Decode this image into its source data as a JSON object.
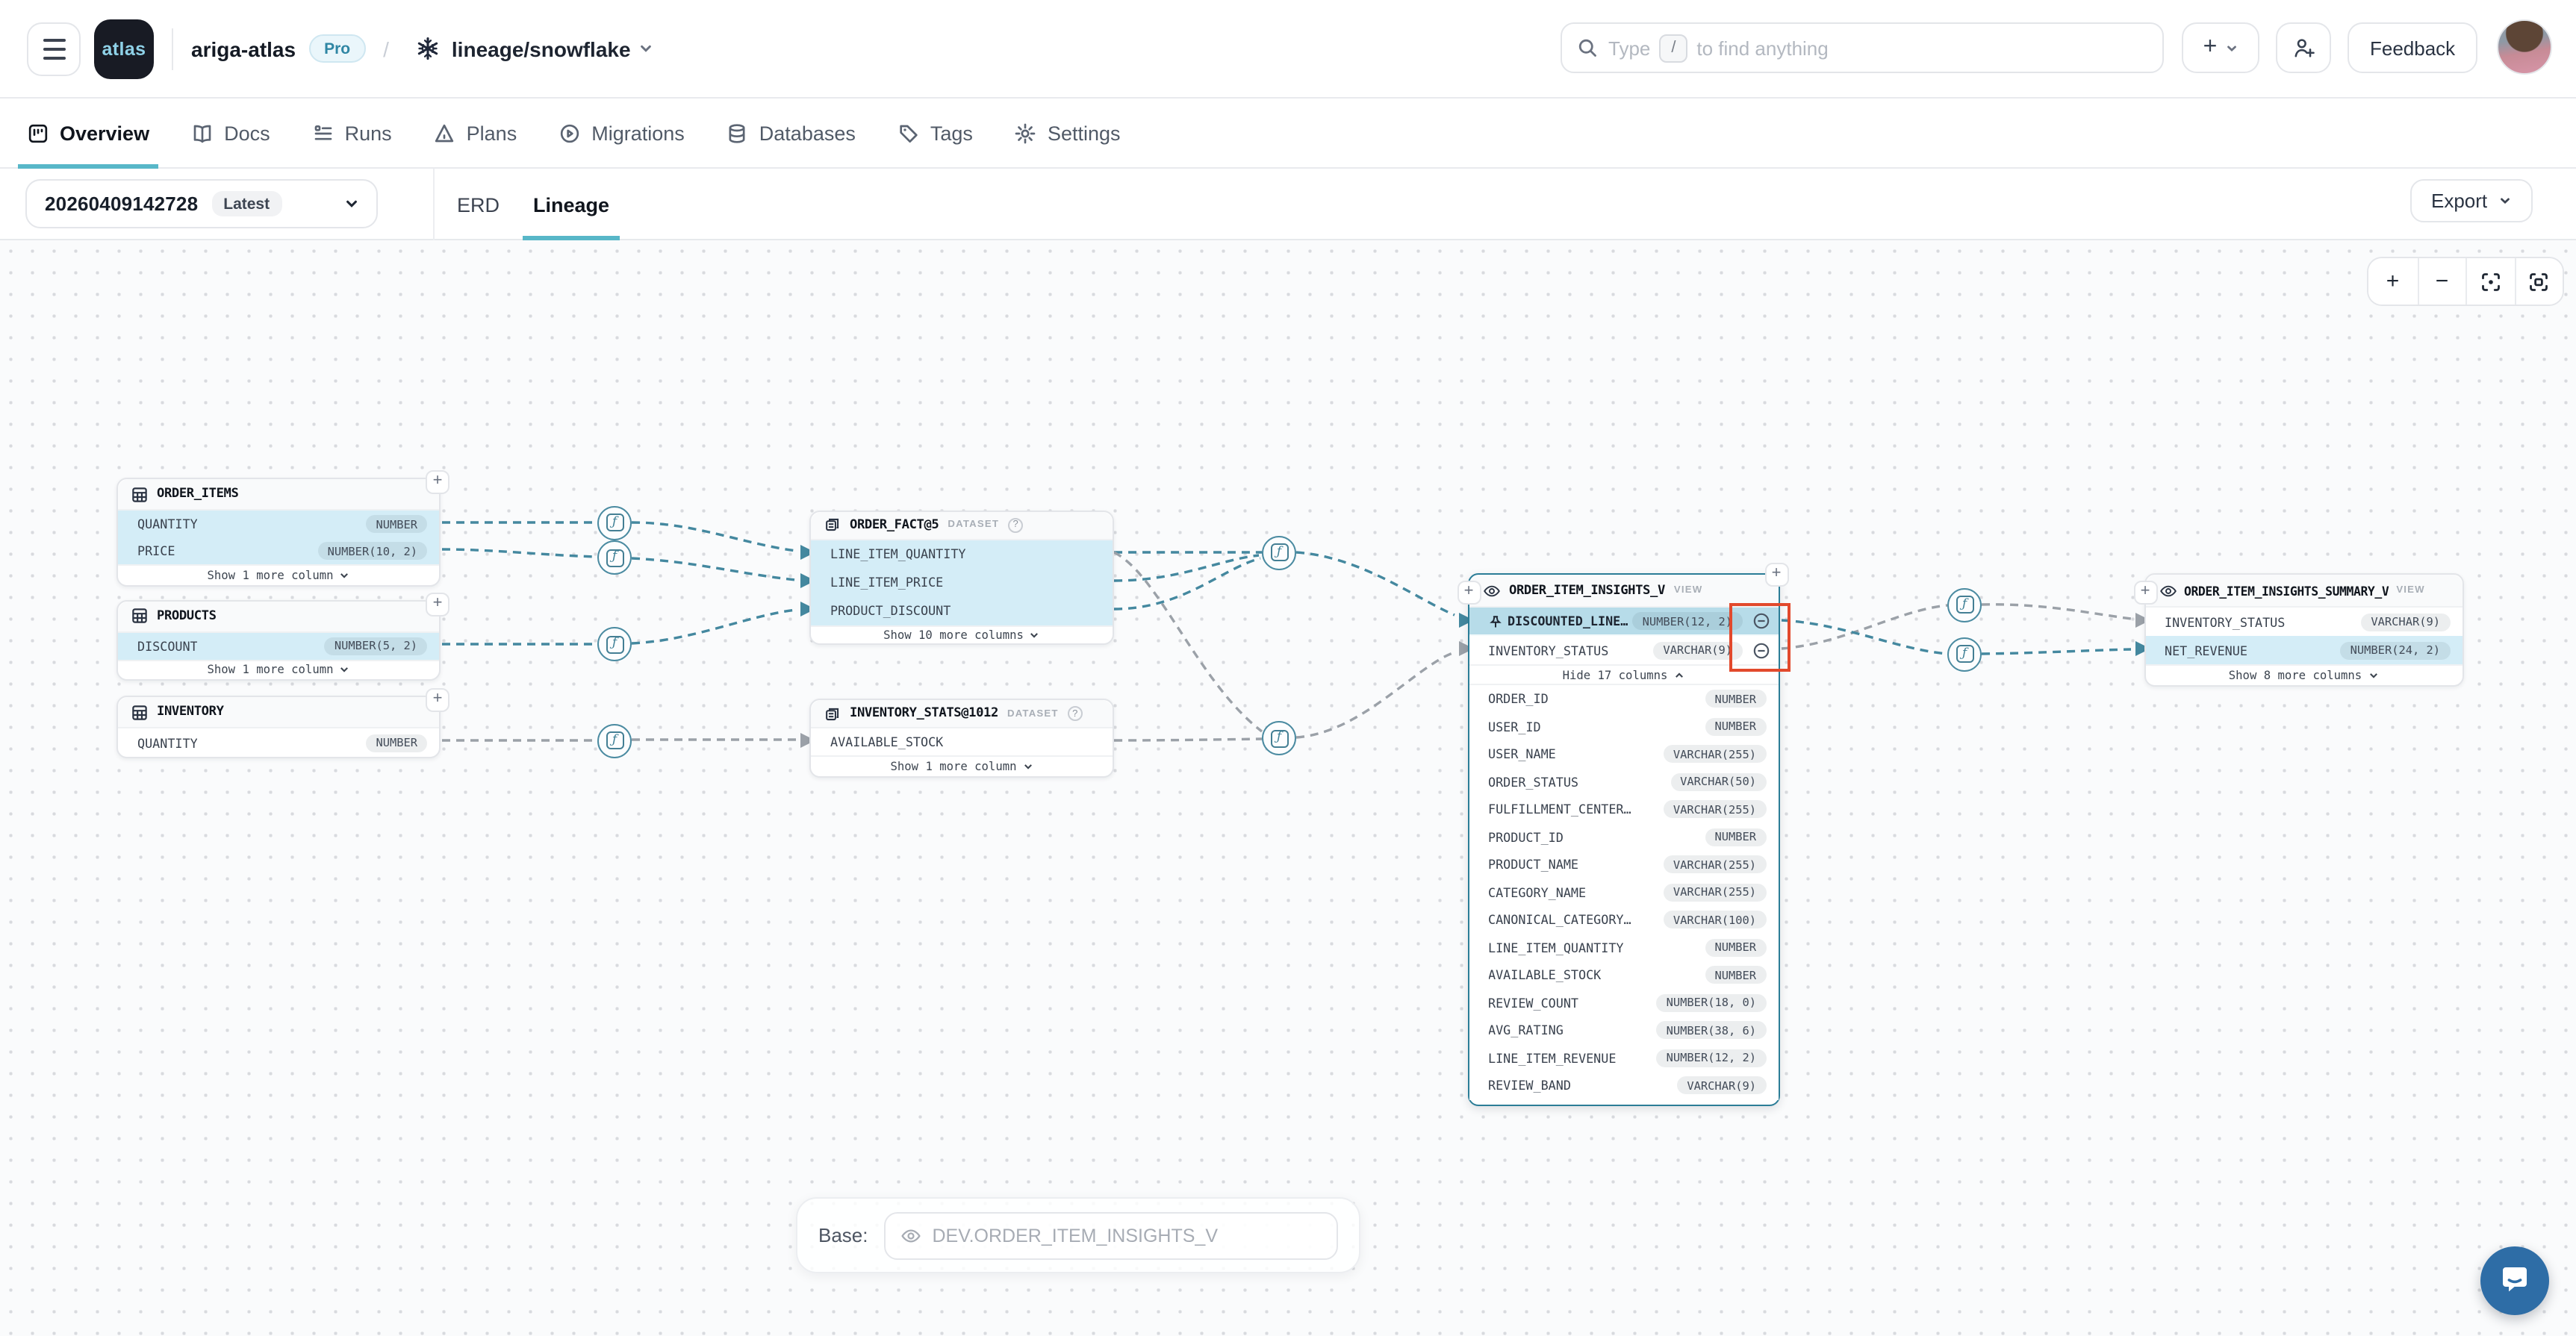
{
  "header": {
    "logo_text": "atlas",
    "org_name": "ariga-atlas",
    "plan_badge": "Pro",
    "breadcrumb_separator": "/",
    "project_name": "lineage/snowflake",
    "search": {
      "prefix": "Type",
      "kbd": "/",
      "suffix": "to find anything"
    },
    "feedback_label": "Feedback"
  },
  "nav": {
    "tabs": [
      {
        "label": "Overview",
        "active": true
      },
      {
        "label": "Docs"
      },
      {
        "label": "Runs"
      },
      {
        "label": "Plans"
      },
      {
        "label": "Migrations"
      },
      {
        "label": "Databases"
      },
      {
        "label": "Tags"
      },
      {
        "label": "Settings"
      }
    ]
  },
  "toolbar": {
    "version": "20260409142728",
    "version_badge": "Latest",
    "erd_tab": "ERD",
    "lineage_tab": "Lineage",
    "export_label": "Export"
  },
  "canvas": {
    "nodes": {
      "order_items": {
        "title": "ORDER_ITEMS",
        "columns": [
          {
            "name": "QUANTITY",
            "type": "NUMBER",
            "cls": "hl"
          },
          {
            "name": "PRICE",
            "type": "NUMBER(10, 2)",
            "cls": "hl"
          }
        ],
        "footer": "Show 1 more column"
      },
      "products": {
        "title": "PRODUCTS",
        "columns": [
          {
            "name": "DISCOUNT",
            "type": "NUMBER(5, 2)",
            "cls": "hl"
          }
        ],
        "footer": "Show 1 more column"
      },
      "inventory": {
        "title": "INVENTORY",
        "columns": [
          {
            "name": "QUANTITY",
            "type": "NUMBER"
          }
        ]
      },
      "order_fact": {
        "title": "ORDER_FACT@5",
        "kind": "DATASET",
        "columns": [
          {
            "name": "LINE_ITEM_QUANTITY",
            "cls": "hl"
          },
          {
            "name": "LINE_ITEM_PRICE",
            "cls": "hl"
          },
          {
            "name": "PRODUCT_DISCOUNT",
            "cls": "hl"
          }
        ],
        "footer": "Show 10 more columns"
      },
      "inventory_stats": {
        "title": "INVENTORY_STATS@1012",
        "kind": "DATASET",
        "columns": [
          {
            "name": "AVAILABLE_STOCK"
          }
        ],
        "footer": "Show 1 more column"
      },
      "insights": {
        "title": "ORDER_ITEM_INSIGHTS_V",
        "kind": "VIEW",
        "pinned": [
          {
            "name": "DISCOUNTED_LINE…",
            "type": "NUMBER(12, 2)",
            "cls": "sel",
            "pinned": true
          },
          {
            "name": "INVENTORY_STATUS",
            "type": "VARCHAR(9)"
          }
        ],
        "toggle": "Hide 17 columns",
        "columns": [
          {
            "name": "ORDER_ID",
            "type": "NUMBER"
          },
          {
            "name": "USER_ID",
            "type": "NUMBER"
          },
          {
            "name": "USER_NAME",
            "type": "VARCHAR(255)"
          },
          {
            "name": "ORDER_STATUS",
            "type": "VARCHAR(50)"
          },
          {
            "name": "FULFILLMENT_CENTER…",
            "type": "VARCHAR(255)"
          },
          {
            "name": "PRODUCT_ID",
            "type": "NUMBER"
          },
          {
            "name": "PRODUCT_NAME",
            "type": "VARCHAR(255)"
          },
          {
            "name": "CATEGORY_NAME",
            "type": "VARCHAR(255)"
          },
          {
            "name": "CANONICAL_CATEGORY…",
            "type": "VARCHAR(100)"
          },
          {
            "name": "LINE_ITEM_QUANTITY",
            "type": "NUMBER"
          },
          {
            "name": "AVAILABLE_STOCK",
            "type": "NUMBER"
          },
          {
            "name": "REVIEW_COUNT",
            "type": "NUMBER(18, 0)"
          },
          {
            "name": "AVG_RATING",
            "type": "NUMBER(38, 6)"
          },
          {
            "name": "LINE_ITEM_REVENUE",
            "type": "NUMBER(12, 2)"
          },
          {
            "name": "REVIEW_BAND",
            "type": "VARCHAR(9)"
          }
        ]
      },
      "insights_summary": {
        "title": "ORDER_ITEM_INSIGHTS_SUMMARY_V",
        "kind": "VIEW",
        "columns": [
          {
            "name": "INVENTORY_STATUS",
            "type": "VARCHAR(9)"
          },
          {
            "name": "NET_REVENUE",
            "type": "NUMBER(24, 2)",
            "cls": "hl"
          }
        ],
        "footer": "Show 8 more columns"
      }
    },
    "function_icon": "ƒ"
  },
  "base_panel": {
    "label": "Base:",
    "value": "DEV.ORDER_ITEM_INSIGHTS_V"
  },
  "zoom_controls": {
    "zoom_in": "+",
    "zoom_out": "−"
  },
  "colors": {
    "accent_teal": "#2b7d97",
    "tab_underline": "#58b7c8",
    "edge_teal": "#44889f",
    "edge_gray": "#9ba1a8",
    "row_highlight": "#d4edf7",
    "row_selected": "#b7dce9",
    "annotation_red": "#e2492c",
    "chat_blue": "#2e6da6"
  }
}
